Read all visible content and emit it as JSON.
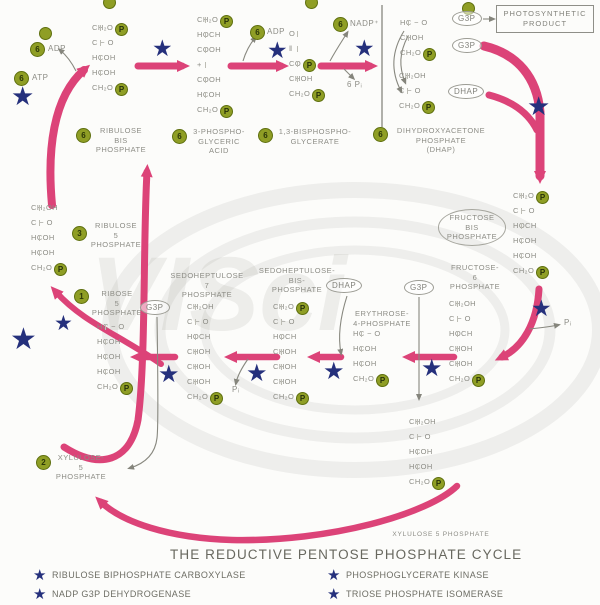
{
  "title": "THE REDUCTIVE PENTOSE PHOSPHATE CYCLE",
  "watermark_text": "VISci",
  "psymbol": "P",
  "icons": {
    "star": "★"
  },
  "colors": {
    "arrow_pink": "#dc4378",
    "enzyme_star": "#25307c",
    "phosphate_green": "#8f9e25"
  },
  "product_box": {
    "line1": "PHOTOSYNTHETIC",
    "line2": "PRODUCT"
  },
  "ovals": {
    "g3p": "G3P",
    "dhap": "DHAP"
  },
  "cofactors": {
    "adp": "ADP",
    "atp": "ATP",
    "nadp": "NADP⁺",
    "pi": "Pᵢ",
    "six_pi": "6  Pᵢ"
  },
  "counts": {
    "adp1": "6",
    "atp": "6",
    "adp2": "6",
    "nadp": "6",
    "rubp": "6",
    "pga3": "6",
    "bpg": "6",
    "dhap": "6",
    "ru5p": "3",
    "r5p": "1",
    "x5p": "2"
  },
  "molecules": {
    "rubp": [
      "CH₂O(P)",
      "C − O",
      "HCOH",
      "HCOH",
      "CH₂O(P)"
    ],
    "pga3": [
      "CH₂O(P)",
      "HOCH",
      "COOH",
      "+",
      "COOH",
      "HCOH",
      "CH₂O(P)"
    ],
    "bpg": [
      "O",
      "‖",
      "CO(P)",
      "CHOH",
      "CH₂O(P)"
    ],
    "g3p": [
      "HC − O",
      "CHOH",
      "CH₂O(P)"
    ],
    "dhap": [
      "CH₂OH",
      "C − O",
      "CH₂O(P)"
    ],
    "ru5p": [
      "CH₂OH",
      "C − O",
      "HCOH",
      "HCOH",
      "CH₂O(P)"
    ],
    "r5p": [
      "HC − O",
      "HCOH",
      "HCOH",
      "HCOH",
      "CH₂O(P)"
    ],
    "s7p": [
      "CH₂OH",
      "C − O",
      "HOCH",
      "CHOH",
      "CHOH",
      "CHOH",
      "CH₂O(P)"
    ],
    "sbp": [
      "CH₂O(P)",
      "C − O",
      "HOCH",
      "CHOH",
      "CHOH",
      "CHOH",
      "CH₂O(P)"
    ],
    "e4p": [
      "HC − O",
      "HCOH",
      "HCOH",
      "CH₂O(P)"
    ],
    "fbp": [
      "CH₂O(P)",
      "C − O",
      "HOCH",
      "HCOH",
      "HCOH",
      "CH₂O(P)"
    ],
    "f6p": [
      "CH₂OH",
      "C − O",
      "HOCH",
      "CHOH",
      "CHOH",
      "CH₂O(P)"
    ],
    "x5p": [
      "CH₂OH",
      "C − O",
      "HCOH",
      "HCOH",
      "CH₂O(P)"
    ]
  },
  "labels": {
    "rubp": [
      "RIBULOSE",
      "BIS",
      "PHOSPHATE"
    ],
    "pga3": [
      "3-PHOSPHO-",
      "GLYCERIC",
      "ACID"
    ],
    "bpg": [
      "1,3-BISPHOSPHO-",
      "GLYCERATE"
    ],
    "dhap": [
      "DIHYDROXYACETONE",
      "PHOSPHATE",
      "(DHAP)"
    ],
    "ru5p": [
      "RIBULOSE",
      "5",
      "PHOSPHATE"
    ],
    "r5p": [
      "RIBOSE",
      "5",
      "PHOSPHATE"
    ],
    "s7p": [
      "SEDOHEPTULOSE",
      "7",
      "PHOSPHATE"
    ],
    "sbp": [
      "SEDOHEPTULOSE-",
      "BIS-",
      "PHOSPHATE"
    ],
    "e4p": [
      "ERYTHROSE-",
      "4-PHOSPHATE"
    ],
    "fbp": [
      "FRUCTOSE",
      "BIS",
      "PHOSPHATE"
    ],
    "f6p": [
      "FRUCTOSE-",
      "6",
      "PHOSPHATE"
    ],
    "x5p_left": [
      "XYLULOSE-",
      "5",
      "PHOSPHATE"
    ],
    "x5p_right": [
      "XYLULOSE 5 PHOSPHATE"
    ]
  },
  "legend": [
    {
      "label": "RIBULOSE BIPHOSPHATE CARBOXYLASE"
    },
    {
      "label": "NADP G3P DEHYDROGENASE"
    },
    {
      "label": "PHOSPHOGLYCERATE KINASE"
    },
    {
      "label": "TRIOSE PHOSPHATE ISOMERASE"
    }
  ]
}
